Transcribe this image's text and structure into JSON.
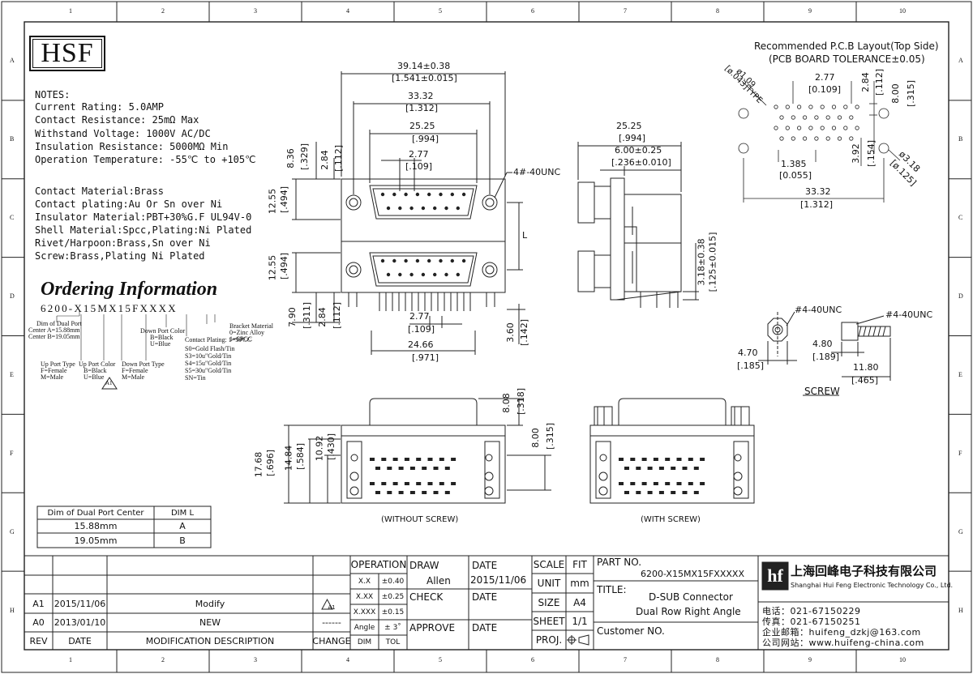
{
  "logo": "HSF",
  "border": {
    "cols": [
      "1",
      "2",
      "3",
      "4",
      "5",
      "6",
      "7",
      "8",
      "9",
      "10"
    ],
    "rows": [
      "A",
      "B",
      "C",
      "D",
      "E",
      "F",
      "G",
      "H"
    ]
  },
  "notes": {
    "heading": "NOTES:",
    "lines": [
      "Current Rating: 5.0AMP",
      "Contact Resistance: 25mΩ Max",
      "Withstand Voltage: 1000V AC/DC",
      "Insulation Resistance: 5000MΩ Min",
      "Operation Temperature: -55℃ to +105℃"
    ],
    "materials": [
      "Contact Material:Brass",
      "Contact plating:Au Or Sn over Ni",
      "Insulator Material:PBT+30%G.F UL94V-0",
      "Shell Material:Spcc,Plating:Ni Plated",
      "Rivet/Harpoon:Brass,Sn over Ni",
      "Screw:Brass,Plating Ni Plated"
    ]
  },
  "ordering": {
    "title": "Ordering Information",
    "code": "6200-X15MX15FXXXX",
    "dim_dual": "Dim of Dual Port",
    "center_a": "Center A=15.88mm",
    "center_b": "Center B=19.05mm",
    "up_type": "Up Port Type",
    "up_type_f": "F=Female",
    "up_type_m": "M=Male",
    "up_color": "Up Port Color",
    "up_color_b": "B=Black",
    "up_color_u": "U=Blue",
    "down_color": "Down Port Color",
    "down_color_b": "B=Black",
    "down_color_u": "U=Blue",
    "down_type": "Down Port Type",
    "down_type_f": "F=Female",
    "down_type_m": "M=Male",
    "plating": "Contact Plating: 1=SPCC",
    "s0": "S0=Gold Flash/Tin",
    "s3": "S3=10u\"Gold/Tin",
    "s4": "S4=15u\"Gold/Tin",
    "s5": "S5=30u\"Gold/Tin",
    "sn": "SN=Tin",
    "bracket": "Bracket Material",
    "bracket_0": "0=Zinc Alloy",
    "bracket_1": "1=SPCC",
    "rev_mark": "A1"
  },
  "dim_table": {
    "headers": [
      "Dim of Dual Port Center",
      "DIM L"
    ],
    "rows": [
      [
        "15.88mm",
        "A"
      ],
      [
        "19.05mm",
        "B"
      ]
    ]
  },
  "pcb": {
    "title": "Recommended P.C.B Layout(Top Side)",
    "subtitle": "(PCB BOARD TOLERANCE±0.05)",
    "d1": "ø1.09",
    "d1i": "[ø.043]TYPE",
    "p1": "2.77",
    "p1i": "[0.109]",
    "v1": "2.84",
    "v1i": "[.112]",
    "v2": "8.00",
    "v2i": "[.315]",
    "h1": "1.385",
    "h1i": "[0.055]",
    "v3": "3.92",
    "v3i": "[.154]",
    "d2": "ø3.18",
    "d2i": "[ø.125]",
    "w": "33.32",
    "wi": "[1.312]"
  },
  "front": {
    "w1": "39.14±0.38",
    "w1i": "[1.541±0.015]",
    "w2": "33.32",
    "w2i": "[1.312]",
    "w3": "25.25",
    "w3i": "[.994]",
    "w4": "2.77",
    "w4i": "[.109]",
    "unc": "4#-40UNC",
    "h1": "8.36",
    "h1i": "[.329]",
    "h2": "2.84",
    "h2i": "[.112]",
    "h3": "12.55",
    "h3i": "[.494]",
    "h4": "12.55",
    "h4i": "[.494]",
    "l": "L",
    "b1": "7.90",
    "b1i": "[.311]",
    "b2": "2.84",
    "b2i": "[.112]",
    "b3": "2.77",
    "b3i": "[.109]",
    "b4": "24.66",
    "b4i": "[.971]",
    "b5": "3.60",
    "b5i": "[.142]"
  },
  "side": {
    "w1": "25.25",
    "w1i": "[.994]",
    "w2": "6.00±0.25",
    "w2i": "[.236±0.010]",
    "h": "3.18±0.38",
    "hi": "[.125±0.015]"
  },
  "screw": {
    "unc1": "#4-40UNC",
    "unc2": "#4-40UNC",
    "d1": "4.70",
    "d1i": "[.185]",
    "d2": "4.80",
    "d2i": "[.189]",
    "d3": "11.80",
    "d3i": "[.465]",
    "label": "SCREW"
  },
  "bottom_views": {
    "h1": "8.08",
    "h1i": "[.318]",
    "h2": "8.00",
    "h2i": "[.315]",
    "v1": "17.68",
    "v1i": "[.696]",
    "v2": "14.84",
    "v2i": "[.584]",
    "v3": "10.92",
    "v3i": "[.430]",
    "without": "(WITHOUT SCREW)",
    "with": "(WITH SCREW)"
  },
  "title_block": {
    "rev_rows": [
      {
        "rev": "A1",
        "date": "2015/11/06",
        "desc": "Modify",
        "change": "A1"
      },
      {
        "rev": "A0",
        "date": "2013/01/10",
        "desc": "NEW",
        "change": "------"
      }
    ],
    "h_rev": "REV",
    "h_date": "DATE",
    "h_desc": "MODIFICATION DESCRIPTION",
    "h_change": "CHANGE",
    "operation": "OPERATION",
    "tol": [
      [
        "X.X",
        "±0.40"
      ],
      [
        "X.XX",
        "±0.25"
      ],
      [
        "X.XXX",
        "±0.15"
      ],
      [
        "Angle",
        "± 3˚"
      ]
    ],
    "dim": "DIM",
    "tol_h": "TOL",
    "draw": "DRAW",
    "drawer": "Allen",
    "date_h": "DATE",
    "draw_date": "2015/11/06",
    "check": "CHECK",
    "check_date": "DATE",
    "approve": "APPROVE",
    "approve_date": "DATE",
    "scale": "SCALE",
    "fit": "FIT",
    "unit": "UNIT",
    "unit_v": "mm",
    "size": "SIZE",
    "size_v": "A4",
    "sheet": "SHEET",
    "sheet_v": "1/1",
    "proj": "PROJ.",
    "part_no_h": "PART NO.",
    "part_no": "6200-X15MX15FXXXXX",
    "title_h": "TITLE:",
    "title1": "D-SUB Connector",
    "title2": "Dual Row Right Angle",
    "customer": "Customer NO.",
    "company_cn": "上海回峰电子科技有限公司",
    "company_en": "Shanghai Hui Feng Electronic Technology Co., Ltd.",
    "tel": "电话：021-67150229",
    "fax": "传真：021-67150251",
    "email": "企业邮箱：huifeng_dzkj@163.com",
    "web": "公司网站：www.huifeng-china.com"
  }
}
